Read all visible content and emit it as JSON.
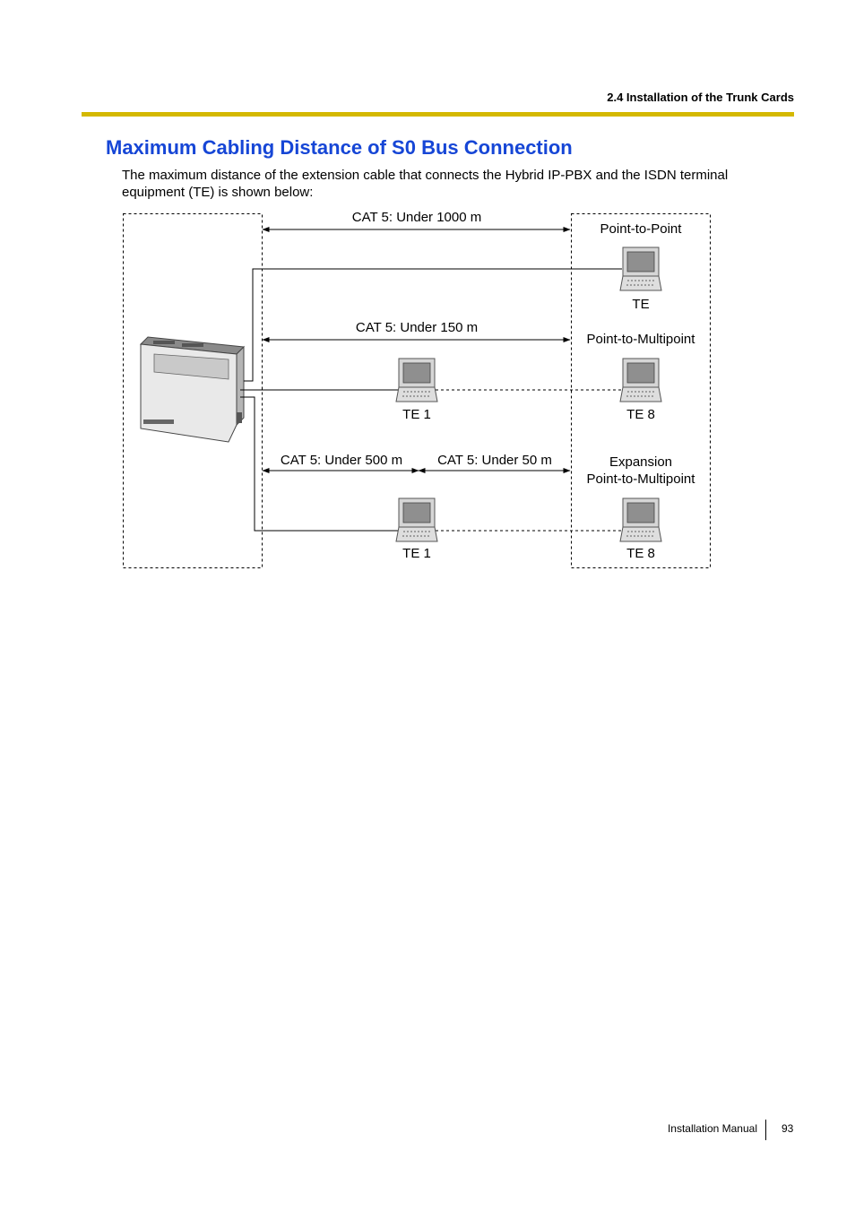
{
  "header": {
    "section": "2.4 Installation of the Trunk Cards"
  },
  "content": {
    "heading": "Maximum Cabling Distance of S0 Bus Connection",
    "intro": "The maximum distance of the extension cable that connects the Hybrid IP-PBX and the ISDN terminal equipment (TE) is shown below:"
  },
  "diagram": {
    "ptp": {
      "cable": "CAT 5: Under 1000 m",
      "mode": "Point-to-Point",
      "te": "TE"
    },
    "ptmp": {
      "cable": "CAT 5: Under 150 m",
      "mode": "Point-to-Multipoint",
      "te_first": "TE 1",
      "te_last": "TE 8"
    },
    "exp": {
      "cable_a": "CAT 5: Under 500 m",
      "cable_b": "CAT 5: Under 50 m",
      "mode_line1": "Expansion",
      "mode_line2": "Point-to-Multipoint",
      "te_first": "TE 1",
      "te_last": "TE 8"
    }
  },
  "footer": {
    "label": "Installation Manual",
    "page": "93"
  }
}
